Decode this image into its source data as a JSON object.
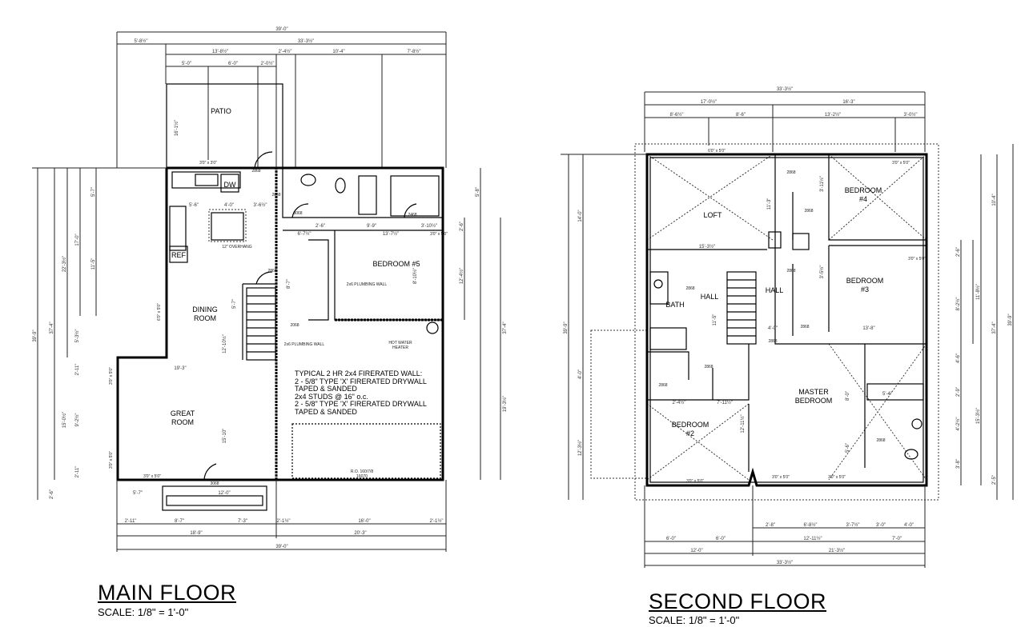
{
  "main_floor": {
    "title": "MAIN FLOOR",
    "scale": "SCALE: 1/8\" = 1'-0\"",
    "rooms": {
      "patio": "PATIO",
      "dining": [
        "DINING",
        "ROOM"
      ],
      "great": [
        "GREAT",
        "ROOM"
      ],
      "bedroom5": "BEDROOM #5",
      "ref": "REF",
      "dw": "DW",
      "hot_water": [
        "HOT WATER",
        "HEATER"
      ],
      "plumbing_wall_1": "2x6 PLUMBING WALL",
      "plumbing_wall_2": "2x6 PLUMBING WALL",
      "overhang": "12\" OVERHANG",
      "ro": [
        "R.O. 160/7/8",
        "16070"
      ]
    },
    "note": [
      "TYPICAL 2 HR 2x4 FIRERATED WALL:",
      "2 - 5/8\" TYPE 'X' FIRERATED DRYWALL",
      "TAPED & SANDED",
      "2x4 STUDS @ 16\" o.c.",
      "2 - 5/8\" TYPE 'X' FIRERATED DRYWALL",
      "TAPED & SANDED"
    ],
    "dims_top": [
      "39'-0\"",
      "5'-8½\"",
      "33'-3½\"",
      "13'-8½\"",
      "2'-4½\"",
      "10'-4\"",
      "7'-8½\"",
      "5'-0\"",
      "6'-0\"",
      "2'-0½\""
    ],
    "dims_bottom": [
      "2'-11\"",
      "8'-7\"",
      "7'-3\"",
      "2'-1½\"",
      "16'-0\"",
      "2'-1½\"",
      "18'-9\"",
      "20'-3\"",
      "39'-0\"",
      "5'-7\"",
      "12'-0\""
    ],
    "dims_left": [
      "39'-9\"",
      "37'-4\"",
      "22'-3½\"",
      "17'-0\"",
      "5'-7\"",
      "11'-5\"",
      "5'-3½\"",
      "2'-11\"",
      "15'-0½\"",
      "9'-2½\"",
      "2'-11\"",
      "2'-6\""
    ],
    "dims_right": [
      "5'-8\"",
      "2'-6\"",
      "12'-4½\"",
      "37'-4\"",
      "19'-3½\""
    ],
    "dims_inner": [
      "16'-1½\"",
      "5'-6\"",
      "4'-0\"",
      "3'-6½\"",
      "9'-9\"",
      "13'-7½\"",
      "3'-10½\"",
      "6'-7½\"",
      "2'-6\"",
      "8'-10½\"",
      "19'-3\"",
      "15'-10\"",
      "12'-10½\"",
      "8'-7\"",
      "5'-7\""
    ],
    "door_labels": [
      "2868",
      "2868",
      "3068",
      "2468",
      "2068",
      "3068",
      "2868",
      "2868"
    ],
    "window_labels": [
      "3'0\" x 3'0\"",
      "3'0\" x 5'0\"",
      "6'0\" x 5'0\"",
      "3'0\" x 5'0\"",
      "3'0\" x 5'0\"",
      "3'0\" x 5'0\""
    ]
  },
  "second_floor": {
    "title": "SECOND FLOOR",
    "scale": "SCALE: 1/8\" = 1'-0\"",
    "rooms": {
      "loft": "LOFT",
      "bedroom4": [
        "BEDROOM",
        "#4"
      ],
      "bedroom3": [
        "BEDROOM",
        "#3"
      ],
      "bath": "BATH",
      "hall1": "HALL",
      "hall2": "HALL",
      "master": [
        "MASTER",
        "BEDROOM"
      ],
      "bedroom2": [
        "BEDROOM",
        "#2"
      ]
    },
    "dims_top": [
      "33'-3½\"",
      "17'-0½\"",
      "16'-3\"",
      "8'-6½\"",
      "8'-6\"",
      "13'-2½\"",
      "3'-0½\""
    ],
    "dims_bottom": [
      "2'-8\"",
      "6'-8½\"",
      "3'-7½\"",
      "3'-0\"",
      "4'-0\"",
      "6'-0\"",
      "6'-0\"",
      "12'-11½\"",
      "7'-0\"",
      "12'-0\"",
      "21'-3½\"",
      "33'-3½\""
    ],
    "dims_left": [
      "39'-9\"",
      "14'-0\"",
      "4'-0\"",
      "12'-3½\""
    ],
    "dims_right": [
      "10'-4\"",
      "37'-4\"",
      "39'-9\"",
      "2'-6\"",
      "11'-8½\"",
      "8'-2½\"",
      "4'-6\"",
      "2'-9\"",
      "4'-2½\"",
      "15'-3½\"",
      "3'-8\"",
      "2'-5\""
    ],
    "dims_inner": [
      "15'-3½\"",
      "11'-3\"",
      "11'-5\"",
      "4'-0\"",
      "13'-8\"",
      "7'-11½\"",
      "2'-4½\"",
      "12'-11½\"",
      "8'-0\"",
      "5'-4\"",
      "5'-6\"",
      "3'-5½\"",
      "3'-11½\""
    ],
    "window_labels": [
      "6'0\" x 5'0\"",
      "3'0\" x 5'0\"",
      "3'0\" x 5'0\"",
      "3'0\" x 5'0\"",
      "3'0\" x 5'0\"",
      "3'0\" x 5'0\""
    ],
    "door_labels": [
      "2868",
      "2868",
      "2868",
      "2868",
      "2868",
      "2868",
      "2868",
      "2868",
      "2868"
    ]
  }
}
